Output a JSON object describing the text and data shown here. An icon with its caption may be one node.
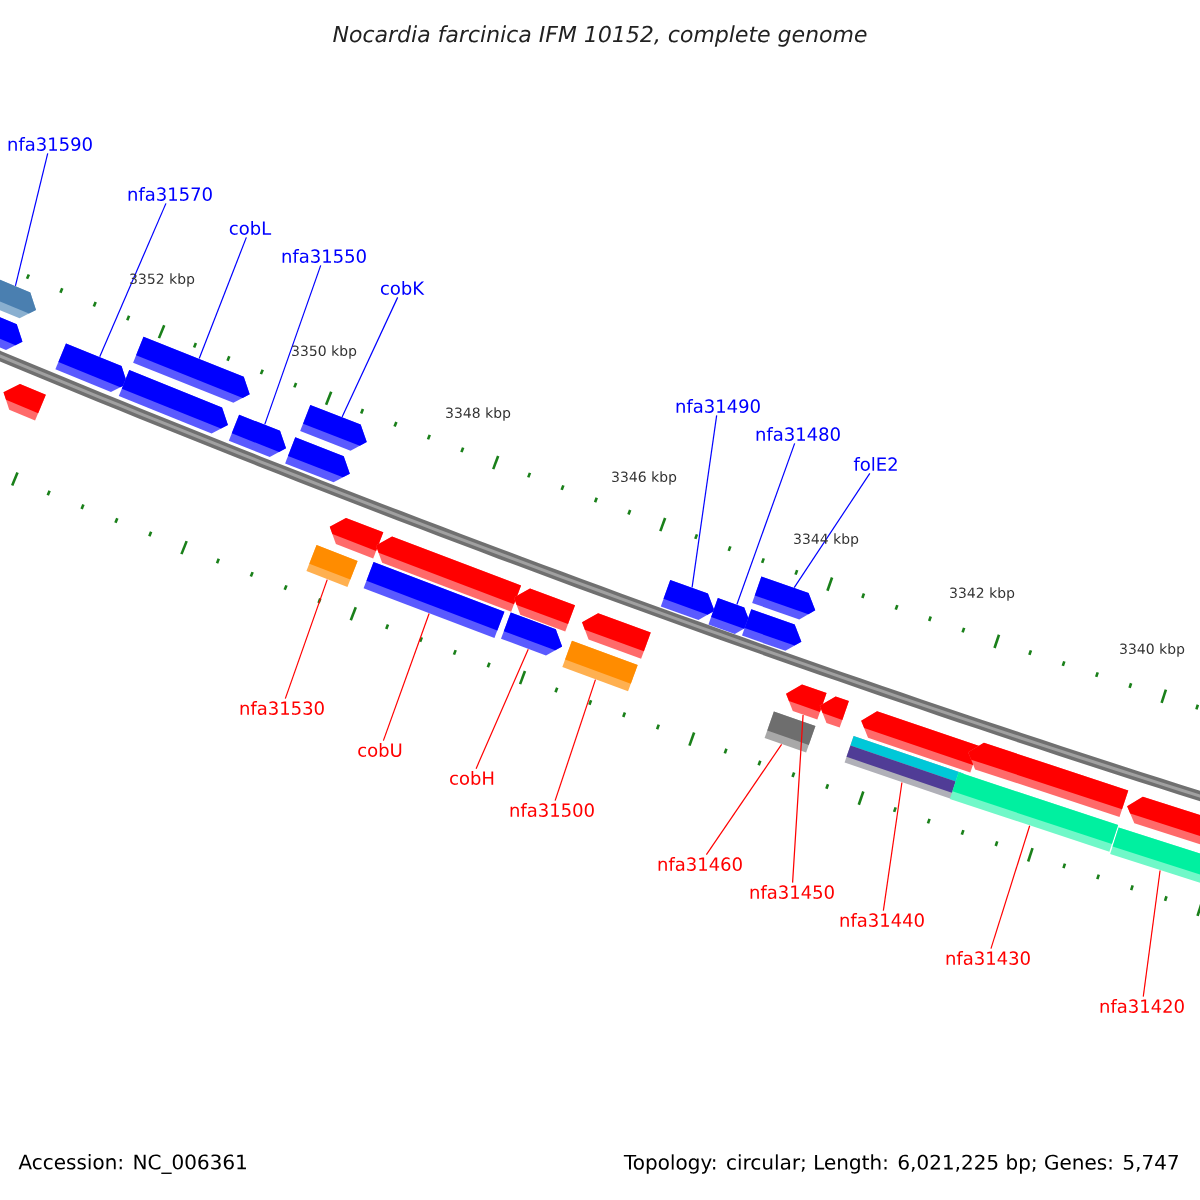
{
  "diagram": {
    "title": "Nocardia farcinica IFM 10152, complete genome",
    "nodes": [
      {
        "text": [
          "nfa31590"
        ]
      },
      {
        "text": [
          "nfa31570"
        ]
      },
      {
        "text": [
          "cobL"
        ]
      },
      {
        "text": [
          "nfa31550"
        ]
      },
      {
        "text": [
          "cobK"
        ]
      },
      {
        "text": [
          "nfa31490"
        ]
      },
      {
        "text": [
          "nfa31480"
        ]
      },
      {
        "text": [
          "folE2"
        ]
      },
      {
        "text": [
          "nfa31530"
        ]
      },
      {
        "text": [
          "cobU"
        ]
      },
      {
        "text": [
          "cobH"
        ]
      },
      {
        "text": [
          "nfa31500"
        ]
      },
      {
        "text": [
          "nfa31460"
        ]
      },
      {
        "text": [
          "nfa31450"
        ]
      },
      {
        "text": [
          "nfa31440"
        ]
      },
      {
        "text": [
          "nfa31430"
        ]
      },
      {
        "text": [
          "nfa31420"
        ]
      },
      {
        "text": [],
        "shape": "arrow"
      },
      {
        "text": [],
        "shape": "arrow"
      },
      {
        "text": [],
        "shape": "arrow"
      },
      {
        "text": [],
        "shape": "arrow"
      },
      {
        "text": [],
        "shape": "arrow"
      },
      {
        "text": [],
        "shape": "arrow"
      },
      {
        "text": [],
        "shape": "arrow"
      },
      {
        "text": [],
        "shape": "arrow"
      },
      {
        "text": [],
        "shape": "box"
      },
      {
        "text": [],
        "shape": "box"
      },
      {
        "text": [],
        "shape": "arrow"
      },
      {
        "text": [],
        "shape": "box"
      },
      {
        "text": [],
        "shape": "box"
      },
      {
        "text": [],
        "shape": "arrow"
      },
      {
        "text": [],
        "shape": "box"
      },
      {
        "text": [],
        "shape": "box"
      },
      {
        "text": [],
        "shape": "box"
      },
      {
        "text": [],
        "shape": "arrow"
      },
      {
        "text": [],
        "shape": "arrow"
      },
      {
        "text": [],
        "shape": "arrow"
      },
      {
        "text": [],
        "shape": "arrow"
      },
      {
        "text": [],
        "shape": "arrow"
      },
      {
        "text": [],
        "shape": "arrow"
      },
      {
        "text": [],
        "shape": "arrow"
      },
      {
        "text": [],
        "shape": "arrow"
      },
      {
        "text": [],
        "shape": "arrow"
      },
      {
        "text": [],
        "shape": "arrow"
      },
      {
        "text": [],
        "shape": "arrow"
      },
      {
        "text": [],
        "shape": "arrow"
      },
      {
        "text": [],
        "shape": "arrow"
      }
    ],
    "edges": [
      {
        "from": 0,
        "to": 17,
        "arrow": "none",
        "color": "#0000ff"
      },
      {
        "from": 1,
        "to": 18,
        "arrow": "none",
        "color": "#0000ff"
      },
      {
        "from": 2,
        "to": 19,
        "arrow": "none",
        "color": "#0000ff"
      },
      {
        "from": 3,
        "to": 20,
        "arrow": "none",
        "color": "#0000ff"
      },
      {
        "from": 4,
        "to": 21,
        "arrow": "none",
        "color": "#0000ff"
      },
      {
        "from": 5,
        "to": 22,
        "arrow": "none",
        "color": "#0000ff"
      },
      {
        "from": 6,
        "to": 23,
        "arrow": "none",
        "color": "#0000ff"
      },
      {
        "from": 7,
        "to": 24,
        "arrow": "none",
        "color": "#0000ff"
      },
      {
        "from": 8,
        "to": 25,
        "arrow": "none"
      },
      {
        "from": 9,
        "to": 26,
        "arrow": "none"
      },
      {
        "from": 10,
        "to": 27,
        "arrow": "none"
      },
      {
        "from": 11,
        "to": 28,
        "arrow": "none"
      },
      {
        "from": 12,
        "to": 29,
        "arrow": "none"
      },
      {
        "from": 13,
        "to": 30,
        "arrow": "none"
      },
      {
        "from": 14,
        "to": 31,
        "arrow": "none"
      },
      {
        "from": 15,
        "to": 32,
        "arrow": "none"
      },
      {
        "from": 16,
        "to": 33,
        "arrow": "none"
      }
    ],
    "labels": [
      "3352 kbp",
      "3350 kbp",
      "3348 kbp",
      "3346 kbp",
      "3344 kbp",
      "3342 kbp",
      "3340 kbp",
      "Accession: NC_006361",
      "Topology: circular; Length: 6,021,225 bp; Genes: 5,747"
    ]
  }
}
